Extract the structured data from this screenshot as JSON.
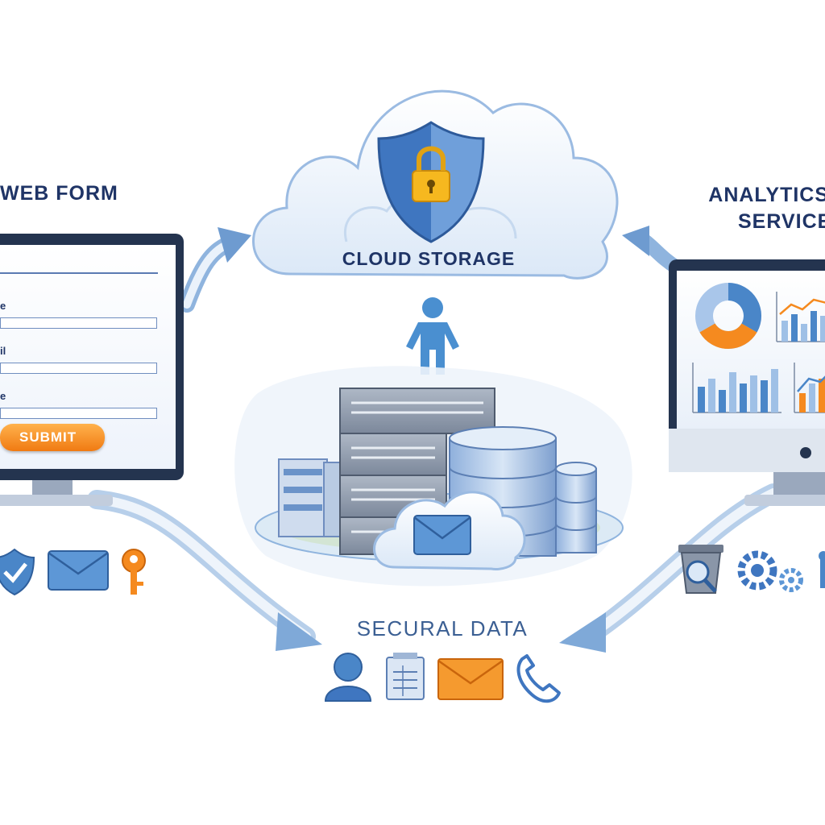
{
  "labels": {
    "web_form": "WEB FORM",
    "analytics_line1": "ANALYTICS",
    "analytics_line2": "SERVICE",
    "cloud_storage": "CLOUD STORAGE",
    "secure_data": "SECURAL DATA"
  },
  "form": {
    "field1_label": "e",
    "field2_label": "il",
    "field3_label": "e",
    "submit_label": "SUBMIT"
  },
  "icons": {
    "cloud": "shield-lock-icon",
    "person": "person-icon",
    "servers": "server-stack-icon",
    "databases": "database-icon",
    "mail": "envelope-icon",
    "left_row": [
      "shield-check-icon",
      "envelope-icon",
      "key-icon"
    ],
    "right_row": [
      "trash-search-icon",
      "gears-icon",
      "puzzle-icon"
    ],
    "bottom_row": [
      "user-icon",
      "document-icon",
      "envelope-icon",
      "phone-icon"
    ]
  },
  "colors": {
    "navy": "#1f3466",
    "blue": "#4a86c8",
    "orange": "#f58a1f",
    "light_blue": "#d7e6f6"
  }
}
